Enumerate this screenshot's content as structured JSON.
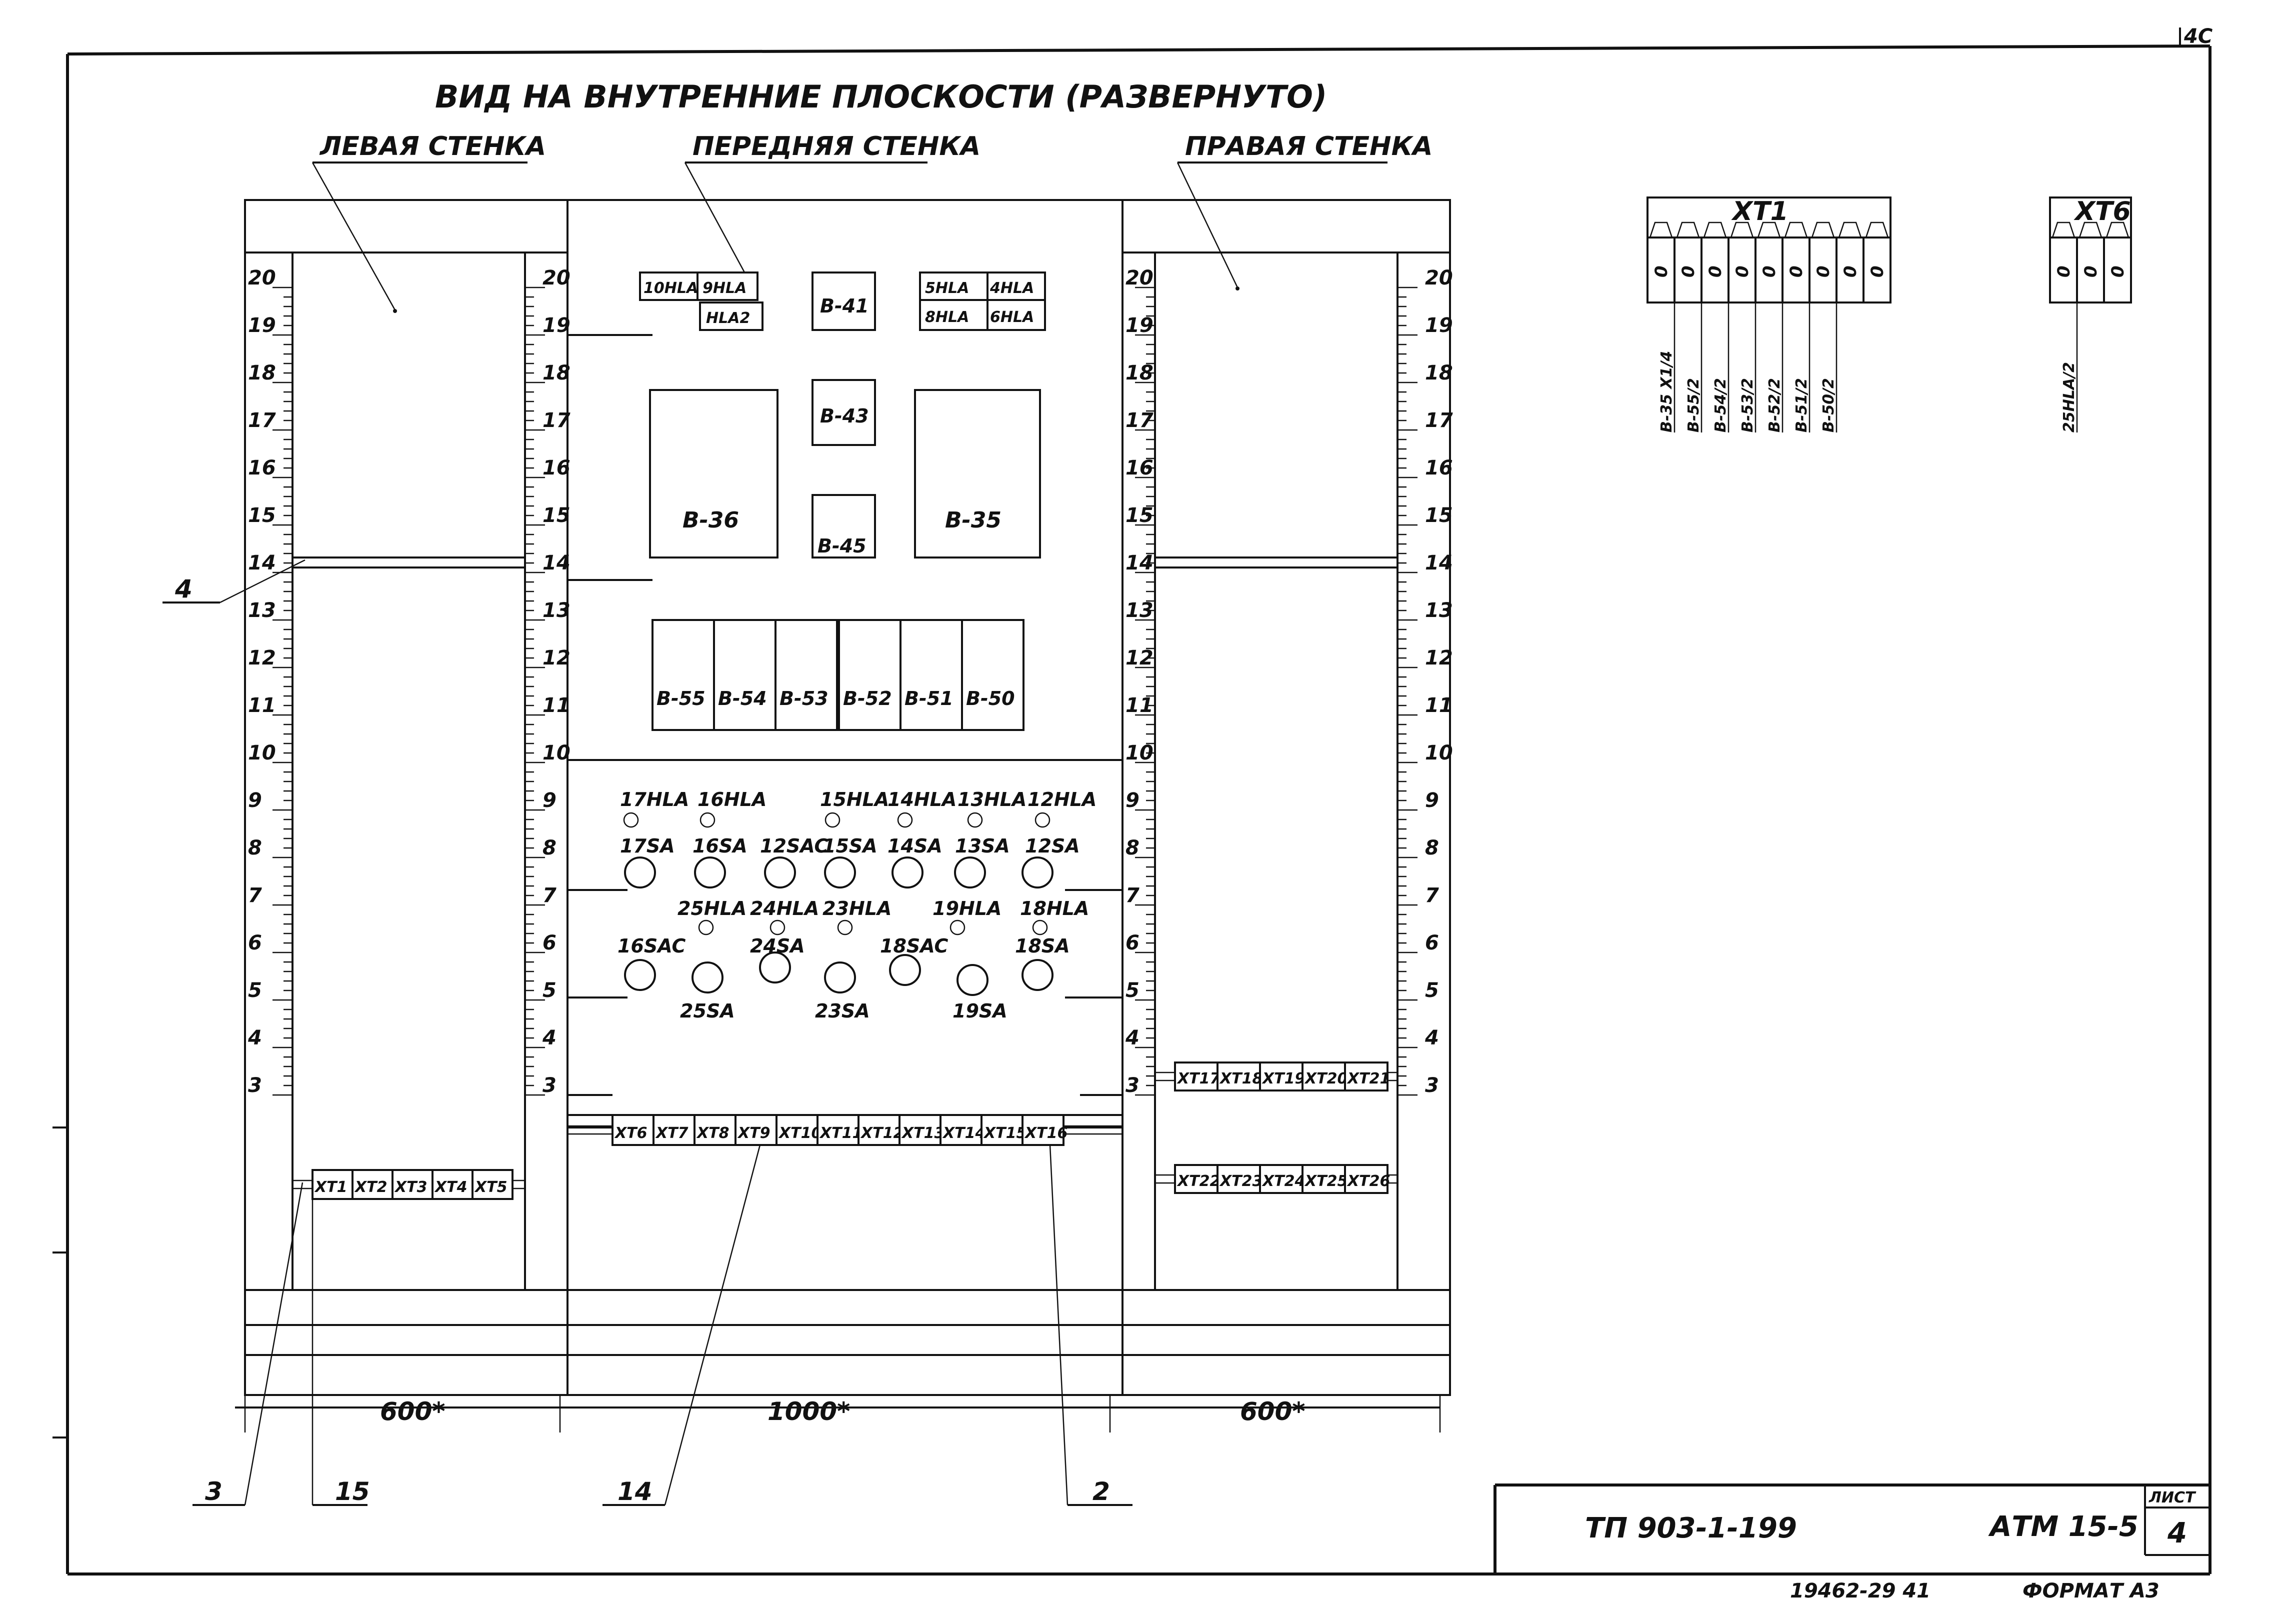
{
  "sheet": {
    "corner_number": "4C",
    "title": "ВИД НА ВНУТРЕННИЕ ПЛОСКОСТИ (РАЗВЕРНУТО)",
    "walls": {
      "left": "ЛЕВАЯ СТЕНКА",
      "front": "ПЕРЕДНЯЯ СТЕНКА",
      "right": "ПРАВАЯ СТЕНКА"
    }
  },
  "scale_marks": [
    "20",
    "19",
    "18",
    "17",
    "16",
    "15",
    "14",
    "13",
    "12",
    "11",
    "10",
    "9",
    "8",
    "7",
    "6",
    "5",
    "4",
    "3"
  ],
  "front_panel": {
    "lamp_blocks": {
      "block1": [
        "10HLA",
        "9HLA",
        "HLA2"
      ],
      "block2": [
        "5HLA",
        "4HLA",
        "8HLA",
        "6HLA"
      ]
    },
    "devices": {
      "b41": "В-41",
      "b43": "В-43",
      "b45": "В-45",
      "b36": "В-36",
      "b35": "В-35"
    },
    "meters": [
      "В-55",
      "В-54",
      "В-53",
      "В-52",
      "В-51",
      "В-50"
    ],
    "lamps_row1": [
      "17HLA",
      "16HLA",
      "15HLA",
      "14HLA",
      "13HLA",
      "12HLA"
    ],
    "switches_row1": [
      "17SA",
      "16SA",
      "12SAC",
      "15SA",
      "14SA",
      "13SA",
      "12SA"
    ],
    "lamps_row2": [
      "25HLA",
      "24HLA",
      "23HLA",
      "19HLA",
      "18HLA"
    ],
    "switches_row2": [
      "16SAC",
      "24SA",
      "18SAC",
      "18SA"
    ],
    "switches_row3": [
      "25SA",
      "23SA",
      "19SA"
    ]
  },
  "terminals": {
    "left": [
      "XT1",
      "XT2",
      "XT3",
      "XT4",
      "XT5"
    ],
    "front": [
      "XT6",
      "XT7",
      "XT8",
      "XT9",
      "XT10",
      "XT11",
      "XT12",
      "XT13",
      "XT14",
      "XT15",
      "XT16"
    ],
    "right_upper": [
      "XT17",
      "XT18",
      "XT19",
      "XT20",
      "XT21"
    ],
    "right_lower": [
      "XT22",
      "XT23",
      "XT24",
      "XT25",
      "XT26"
    ]
  },
  "dimensions": {
    "left": "600*",
    "front": "1000*",
    "right": "600*"
  },
  "callouts": {
    "c4": "4",
    "c3": "3",
    "c15": "15",
    "c14": "14",
    "c2": "2"
  },
  "xt1": {
    "label": "XT1",
    "cells": [
      "0",
      "0",
      "0",
      "0",
      "0",
      "0",
      "0",
      "0",
      "0"
    ],
    "wires": [
      "В-35 X1/4",
      "В-55/2",
      "В-54/2",
      "В-53/2",
      "В-52/2",
      "В-51/2",
      "В-50/2"
    ]
  },
  "xt6": {
    "label": "XT6",
    "cells": [
      "0",
      "0",
      "0"
    ],
    "wires": [
      "25HLA/2"
    ]
  },
  "stamp": {
    "doc_number": "ТП 903-1-199",
    "album": "АТМ 15-5",
    "sheet_label": "ЛИСТ",
    "sheet_no": "4",
    "footer_code": "19462-29 41",
    "footer_format": "ФОРМАТ А3"
  }
}
